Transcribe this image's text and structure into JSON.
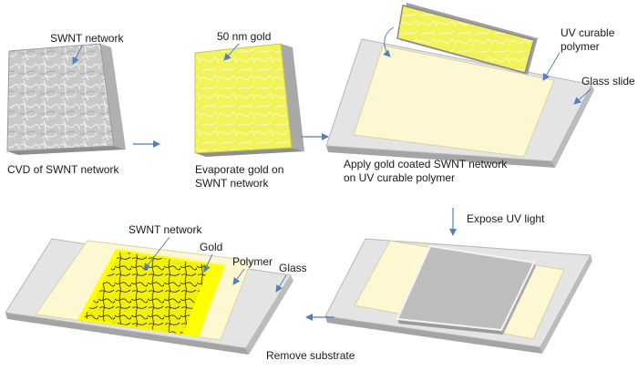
{
  "steps": {
    "cvd": "CVD of SWNT network",
    "evaporate_line1": "Evaporate gold on",
    "evaporate_line2": "SWNT network",
    "apply_line1": "Apply gold coated SWNT network",
    "apply_line2": "on UV curable polymer",
    "expose": "Expose UV light",
    "remove": "Remove substrate"
  },
  "labels": {
    "swnt_network_1": "SWNT network",
    "gold_50nm": "50 nm gold",
    "uv_curable_line1": "UV curable",
    "uv_curable_line2": "polymer",
    "glass_slide": "Glass slide",
    "swnt_network_2": "SWNT network",
    "gold": "Gold",
    "polymer": "Polymer",
    "glass": "Glass"
  },
  "colors": {
    "arrow": "#4f81bd",
    "gold": "#f2f25a",
    "gold_bright": "#ffff00",
    "polymer": "#fdf8d2",
    "glass": "#e4e4e4",
    "swnt": "#c8c8c8",
    "cured": "#bdbdbd"
  }
}
